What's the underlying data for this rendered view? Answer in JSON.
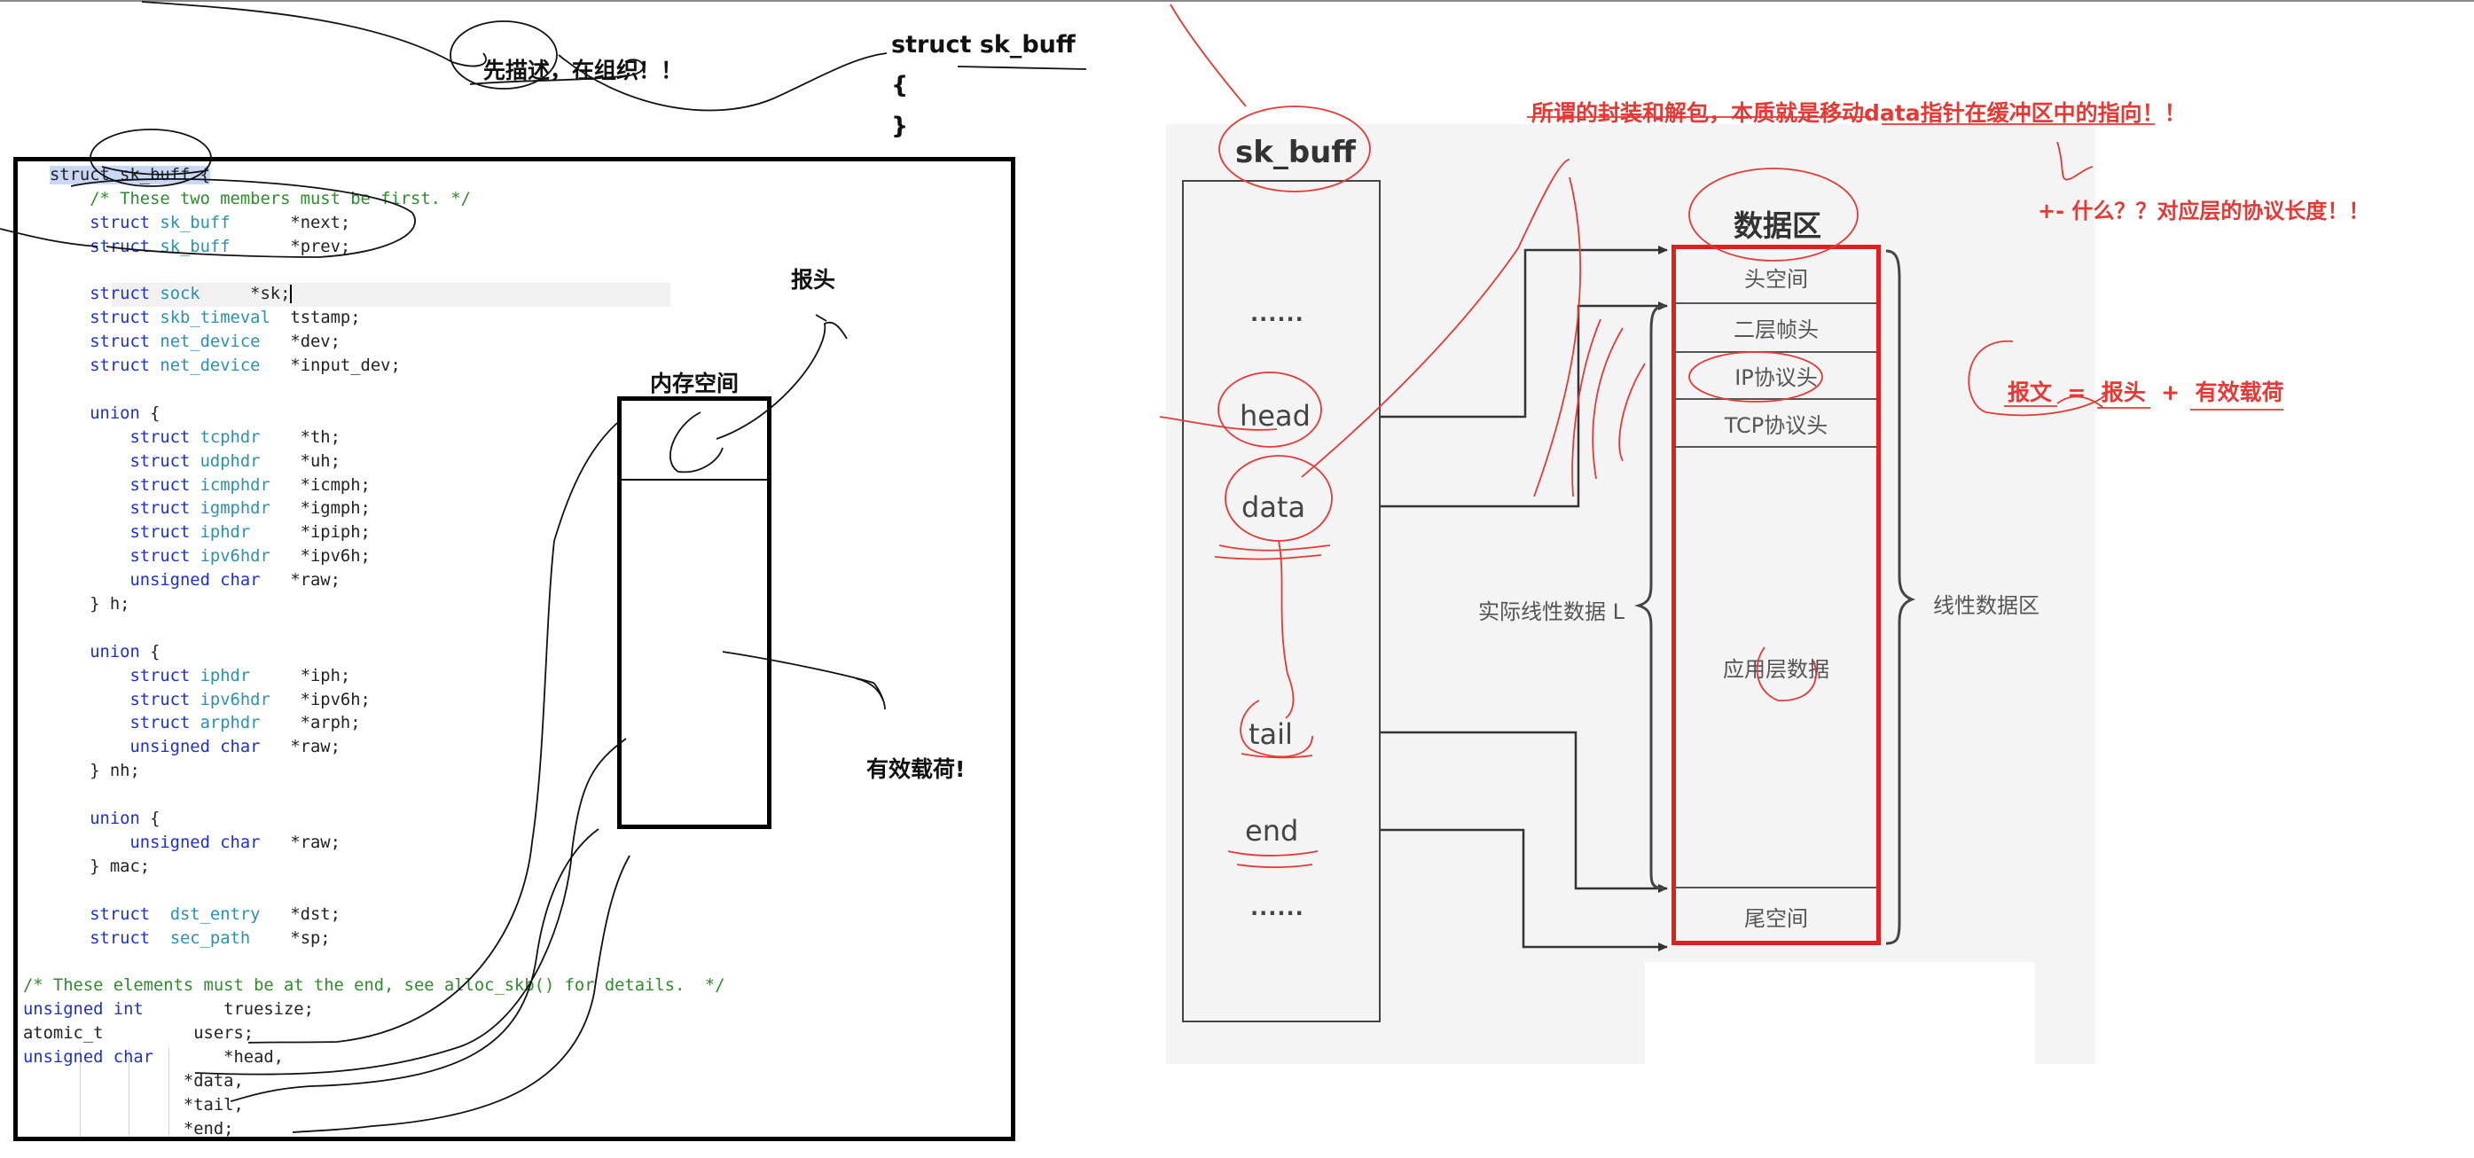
{
  "annotations": {
    "describe_then_organize": "先描述，在组织！！",
    "header": "报头",
    "payload": "有效载荷!",
    "memory_space": "内存空间",
    "encapsulation_note": "所谓的封装和解包，本质就是移动data指针在缓冲区中的指向！！",
    "protocol_length_note": "+- 什么？？对应层的协议长度！！",
    "message_formula": "报文  =  报头  +  有效载荷"
  },
  "struct_snippet": {
    "line1": "struct sk_buff",
    "line2": "{",
    "line3": "}"
  },
  "code": {
    "l01": "struct sk_buff {",
    "l02": "    /* These two members must be first. */",
    "l03a": "    struct ",
    "l03b": "sk_buff",
    "l03c": "      *next;",
    "l04a": "    struct ",
    "l04b": "sk_buff",
    "l04c": "      *prev;",
    "l05": "",
    "l06a": "    struct ",
    "l06b": "sock",
    "l06c": "     *sk;",
    "l07a": "    struct ",
    "l07b": "skb_timeval",
    "l07c": "  tstamp;",
    "l08a": "    struct ",
    "l08b": "net_device",
    "l08c": "   *dev;",
    "l09a": "    struct ",
    "l09b": "net_device",
    "l09c": "   *input_dev;",
    "l10": "",
    "l11a": "    union",
    "l11b": " {",
    "l12a": "        struct ",
    "l12b": "tcphdr",
    "l12c": "    *th;",
    "l13a": "        struct ",
    "l13b": "udphdr",
    "l13c": "    *uh;",
    "l14a": "        struct ",
    "l14b": "icmphdr",
    "l14c": "   *icmph;",
    "l15a": "        struct ",
    "l15b": "igmphdr",
    "l15c": "   *igmph;",
    "l16a": "        struct ",
    "l16b": "iphdr",
    "l16c": "     *ipiph;",
    "l17a": "        struct ",
    "l17b": "ipv6hdr",
    "l17c": "   *ipv6h;",
    "l18a": "        unsigned char",
    "l18c": "   *raw;",
    "l19": "    } h;",
    "l20": "",
    "l21a": "    union",
    "l21b": " {",
    "l22a": "        struct ",
    "l22b": "iphdr",
    "l22c": "     *iph;",
    "l23a": "        struct ",
    "l23b": "ipv6hdr",
    "l23c": "   *ipv6h;",
    "l24a": "        struct ",
    "l24b": "arphdr",
    "l24c": "    *arph;",
    "l25a": "        unsigned char",
    "l25c": "   *raw;",
    "l26": "    } nh;",
    "l27": "",
    "l28a": "    union",
    "l28b": " {",
    "l29a": "        unsigned char",
    "l29c": "   *raw;",
    "l30": "    } mac;",
    "l31": "",
    "l32a": "    struct  ",
    "l32b": "dst_entry",
    "l32c": "   *dst;",
    "l33a": "    struct  ",
    "l33b": "sec_path",
    "l33c": "    *sp;",
    "l34": "",
    "l35": "/* These elements must be at the end, see alloc_skb() for details.  */",
    "l36a": "unsigned int",
    "l36c": "        truesize;",
    "l37": "atomic_t         users;",
    "l38a": "unsigned char",
    "l38c": "       *head,",
    "l39": "                *data,",
    "l40": "                *tail,",
    "l41": "                *end;"
  },
  "diagram": {
    "sk_buff_title": "sk_buff",
    "dots_top": "......",
    "field_head": "head",
    "field_data": "data",
    "field_tail": "tail",
    "field_end": "end",
    "dots_bottom": "......",
    "data_area_title": "数据区",
    "cells": {
      "head_room": "头空间",
      "l2_header": "二层帧头",
      "ip_header": "IP协议头",
      "tcp_header": "TCP协议头",
      "app_data": "应用层数据",
      "tail_room": "尾空间"
    },
    "actual_linear_data": "实际线性数据 L",
    "linear_data_area": "线性数据区"
  },
  "colors": {
    "red_ink": "#e53935",
    "data_box_border": "#e02020",
    "keyword": "#1d2fd6",
    "type": "#2b91af",
    "comment": "#2e8b2e"
  }
}
